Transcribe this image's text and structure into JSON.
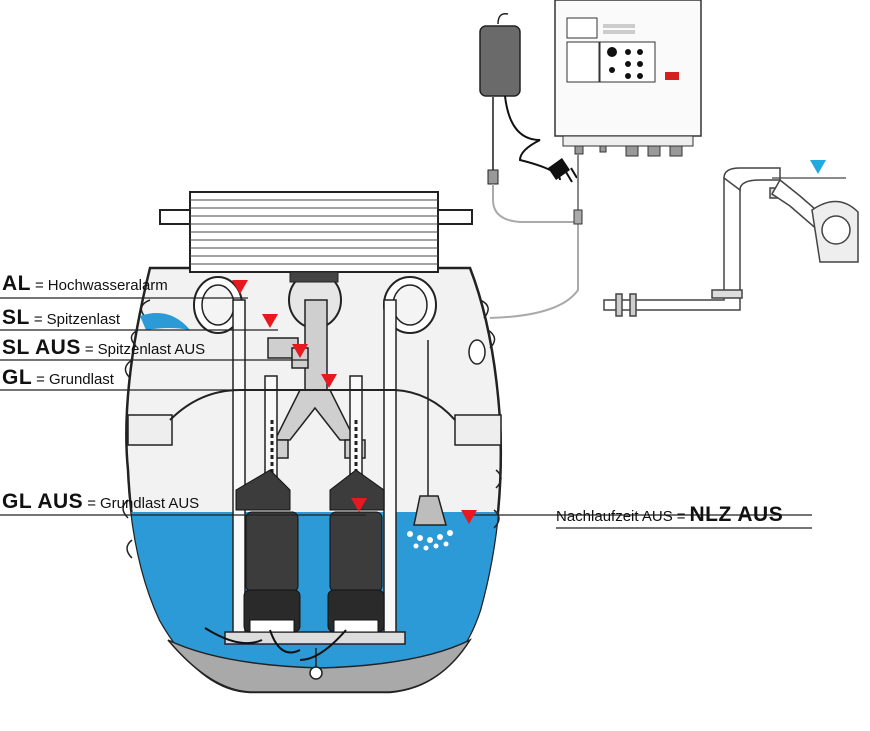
{
  "labels": {
    "al": {
      "code": "AL",
      "eq": "=",
      "text": "Hochwasseralarm"
    },
    "sl": {
      "code": "SL",
      "eq": "=",
      "text": "Spitzenlast"
    },
    "sl_aus": {
      "code": "SL AUS",
      "eq": "=",
      "text": "Spitzenlast AUS"
    },
    "gl": {
      "code": "GL",
      "eq": "=",
      "text": "Grundlast"
    },
    "gl_aus": {
      "code": "GL AUS",
      "eq": "=",
      "text": "Grundlast AUS"
    },
    "nlz": {
      "code": "NLZ AUS",
      "eq": "=",
      "text": "Nachlaufzeit AUS"
    }
  },
  "colors": {
    "water": "#2b9ad6",
    "level_marker": "#e8191e",
    "inlet_marker": "#22a9df",
    "tank_fill": "#f2f2f2",
    "tank_outline": "#222222",
    "tank_bottom": "#a9a9a9",
    "pump_body": "#3c3c3c",
    "controller_badge": "#d4201f"
  },
  "icons": {
    "level_marker": "triangle-down-icon",
    "inlet_marker": "triangle-down-icon"
  }
}
